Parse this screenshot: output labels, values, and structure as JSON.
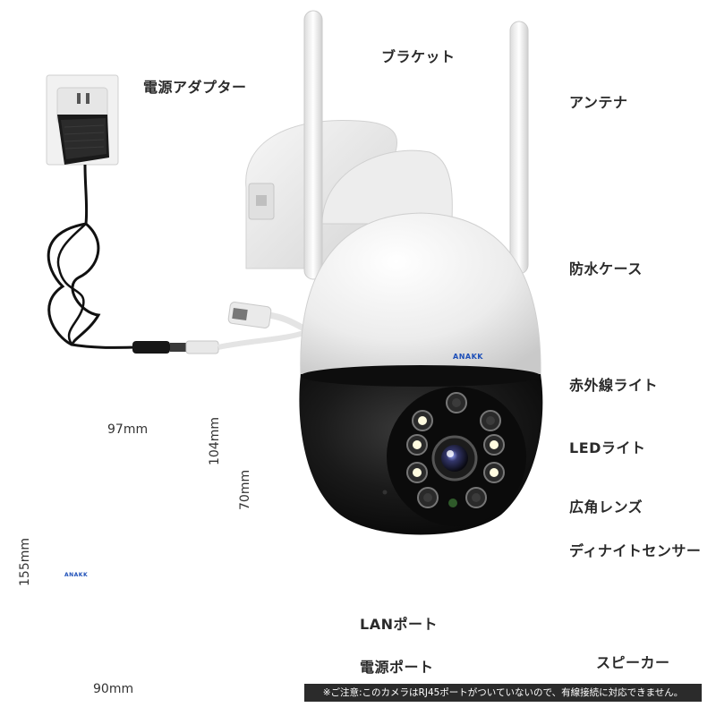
{
  "labels": {
    "adapter": "電源アダプター",
    "bracket": "ブラケット",
    "antenna": "アンテナ",
    "housing": "防水ケース",
    "ir_light": "赤外線ライト",
    "led_light": "LEDライト",
    "lens": "広角レンズ",
    "sensor": "ディナイトセンサー",
    "lan_port": "LANポート",
    "power_port": "電源ポート",
    "speaker": "スピーカー"
  },
  "dimensions": {
    "width_top": "97mm",
    "depth": "104mm",
    "height_side": "70mm",
    "total_height": "155mm",
    "base_width": "90mm"
  },
  "brand": "ANAKK",
  "footer_note": "※ご注意:このカメラはRJ45ポートがついていないので、有線接続に対応できません。",
  "colors": {
    "accent_dot": "#e8a25a",
    "camera_white": "#f2f2f2",
    "camera_black": "#141414",
    "ir_glow": "#f0c070",
    "led_white": "#fffbe0",
    "footer_bg": "#2b2b2b"
  }
}
